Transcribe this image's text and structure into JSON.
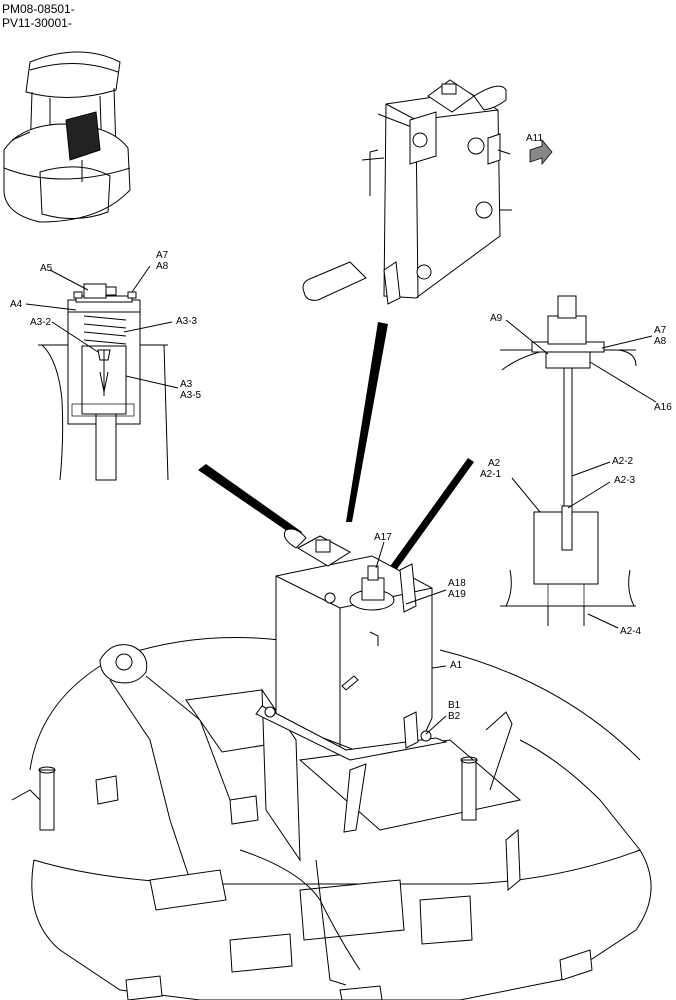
{
  "header": {
    "line1": "PM08-08501-",
    "line2": "PV11-30001-"
  },
  "labels": {
    "a1": "A1",
    "a2": "A2",
    "a2_1": "A2-1",
    "a2_2": "A2-2",
    "a2_3": "A2-3",
    "a2_4": "A2-4",
    "a3": "A3",
    "a3_2": "A3-2",
    "a3_3": "A3-3",
    "a3_5": "A3-5",
    "a4": "A4",
    "a5": "A5",
    "a7_left": "A7",
    "a8_left": "A8",
    "a7_right": "A7",
    "a8_right": "A8",
    "a9": "A9",
    "a11": "A11",
    "a16": "A16",
    "a17": "A17",
    "a18": "A18",
    "a19": "A19",
    "b1": "B1",
    "b2": "B2"
  }
}
